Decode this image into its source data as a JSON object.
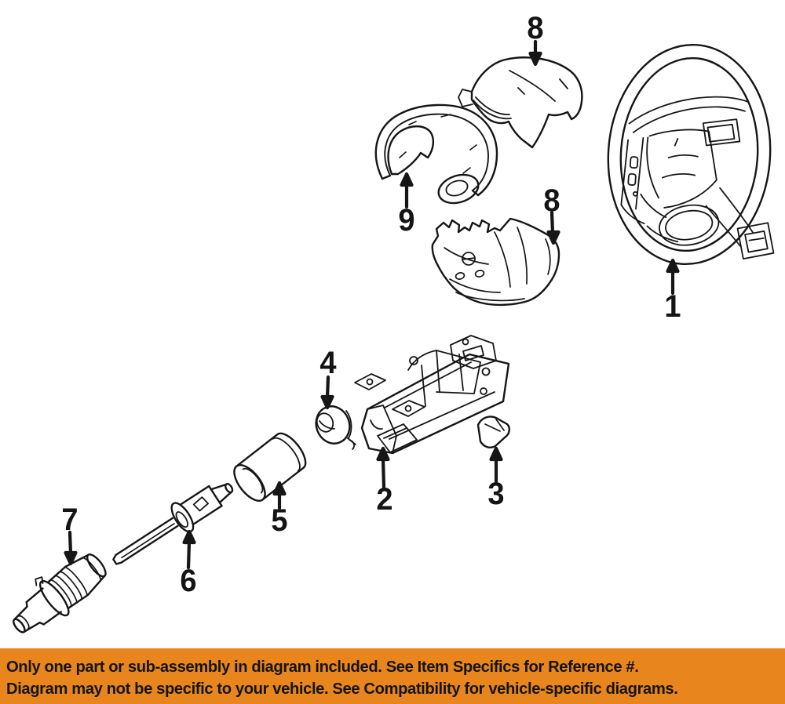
{
  "diagram": {
    "callouts": {
      "c1": "1",
      "c2": "2",
      "c3": "3",
      "c4": "4",
      "c5": "5",
      "c6": "6",
      "c7": "7",
      "c8a": "8",
      "c8b": "8",
      "c9": "9"
    },
    "line_color": "#161616",
    "background_color": "#ffffff"
  },
  "banner": {
    "line1": "Only one part or sub-assembly in diagram included. See Item Specifics for Reference #.",
    "line2": "Diagram may not be specific to your vehicle. See Compatibility for vehicle-specific diagrams.",
    "background_color": "#E8861D",
    "text_color": "#141414"
  }
}
